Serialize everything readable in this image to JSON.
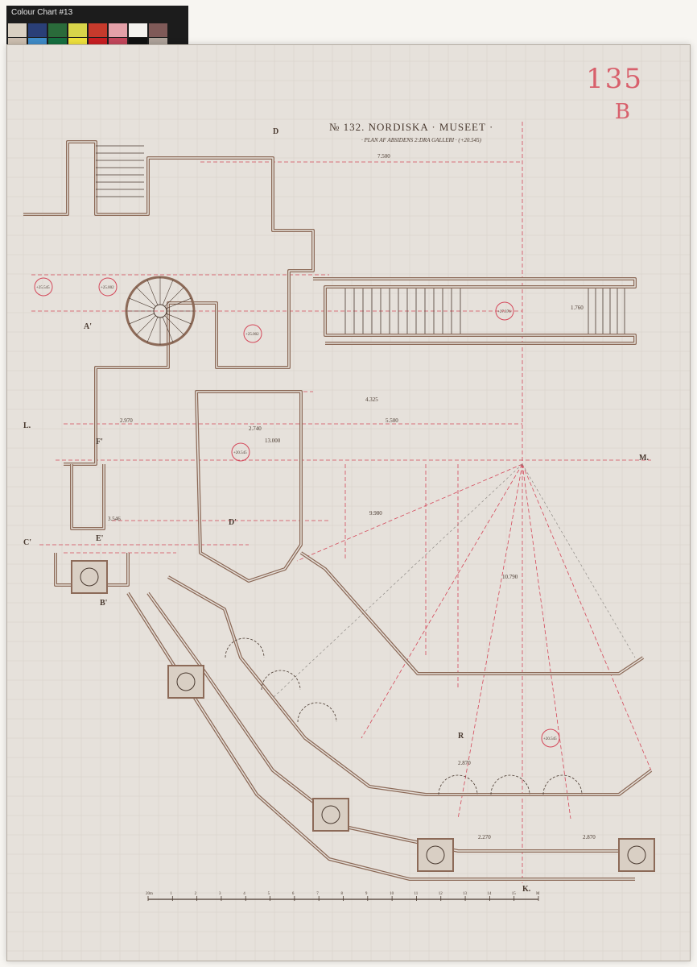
{
  "color_chart": {
    "title": "Colour Chart #13",
    "swatches": [
      "#d9d0c2",
      "#2a3f77",
      "#2a6a3a",
      "#d8d54a",
      "#c63a2c",
      "#e4a0a8",
      "#f4f2ee",
      "#7f5a58",
      "#cdbfb0",
      "#3f8cc8",
      "#167040",
      "#f0e23c",
      "#c91e22",
      "#c4475c",
      "#111111",
      "#aea39a"
    ]
  },
  "drawing": {
    "title": "№ 132.  NORDISKA · MUSEET ·",
    "subtitle": "· PLAN AF ABSIDENS 2:DRA GALLERI · (+20.545)",
    "inventory_number": "135",
    "inventory_letter": "B",
    "section_markers": [
      "D",
      "L.",
      "M.",
      "K.",
      "A'",
      "B'",
      "C'",
      "F'",
      "E'",
      "D'",
      "R"
    ],
    "level_labels": [
      "+25.545",
      "+25.002",
      "+25.002",
      "+27.376",
      "+20.545",
      "+20.545"
    ],
    "dimensions": [
      "7.500",
      "5.500",
      "13.000",
      "4.325",
      "9.980",
      "10.790",
      "2.270",
      "2.870",
      "2.970",
      "2.740",
      "3.546",
      "1.760",
      "2.870"
    ],
    "scale_bar_labels": [
      "20m",
      "1",
      "2",
      "3",
      "4",
      "5",
      "6",
      "7",
      "8",
      "9",
      "10",
      "11",
      "12",
      "13",
      "14",
      "15",
      "M"
    ]
  },
  "colors": {
    "wall": "#8c6a58",
    "ink": "#4a3a30",
    "red_line": "#d4485a",
    "pencil": "#8e8a85",
    "paper": "#e6e1db"
  }
}
